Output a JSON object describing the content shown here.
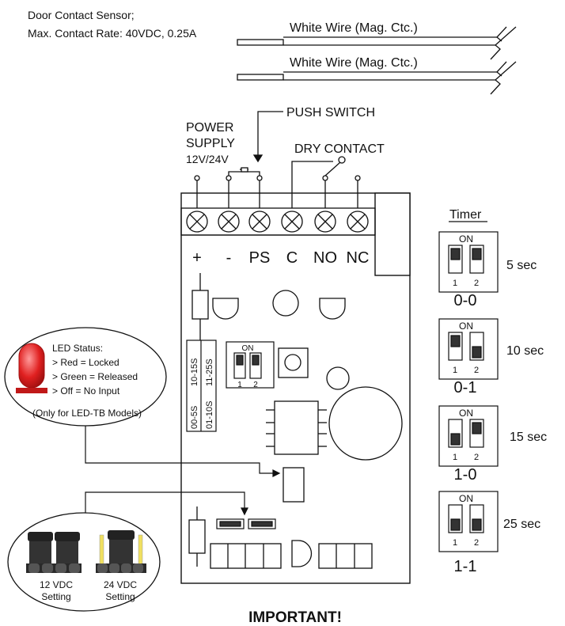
{
  "header": {
    "sensor_line1": "Door Contact Sensor;",
    "sensor_line2": "Max. Contact Rate: 40VDC, 0.25A",
    "wire1": "White Wire  (Mag. Ctc.)",
    "wire2": "White Wire  (Mag. Ctc.)"
  },
  "top_labels": {
    "power_line1": "POWER",
    "power_line2": "SUPPLY",
    "power_line3": "12V/24V",
    "push_switch": "PUSH SWITCH",
    "dry_contact": "DRY CONTACT"
  },
  "terminals": [
    "+",
    "-",
    "PS",
    "C",
    "NO",
    "NC"
  ],
  "board_timer_labels": [
    "10-15S",
    "11-25S",
    "00-5S",
    "01-10S"
  ],
  "on_label": "ON",
  "switch_numbers": [
    "1",
    "2"
  ],
  "timer": {
    "title": "Timer",
    "settings": [
      {
        "code": "0-0",
        "time": "5 sec"
      },
      {
        "code": "0-1",
        "time": "10 sec"
      },
      {
        "code": "1-0",
        "time": "15 sec"
      },
      {
        "code": "1-1",
        "time": "25 sec"
      }
    ]
  },
  "led": {
    "title": "LED Status:",
    "line1": "> Red = Locked",
    "line2": "> Green = Released",
    "line3": "> Off = No Input",
    "note": "(Only for LED-TB Models)",
    "color": "#e02020"
  },
  "jumper": {
    "label12_line1": "12 VDC",
    "label12_line2": "Setting",
    "label24_line1": "24 VDC",
    "label24_line2": "Setting",
    "pin_color": "#f0e060"
  },
  "important": "IMPORTANT!"
}
